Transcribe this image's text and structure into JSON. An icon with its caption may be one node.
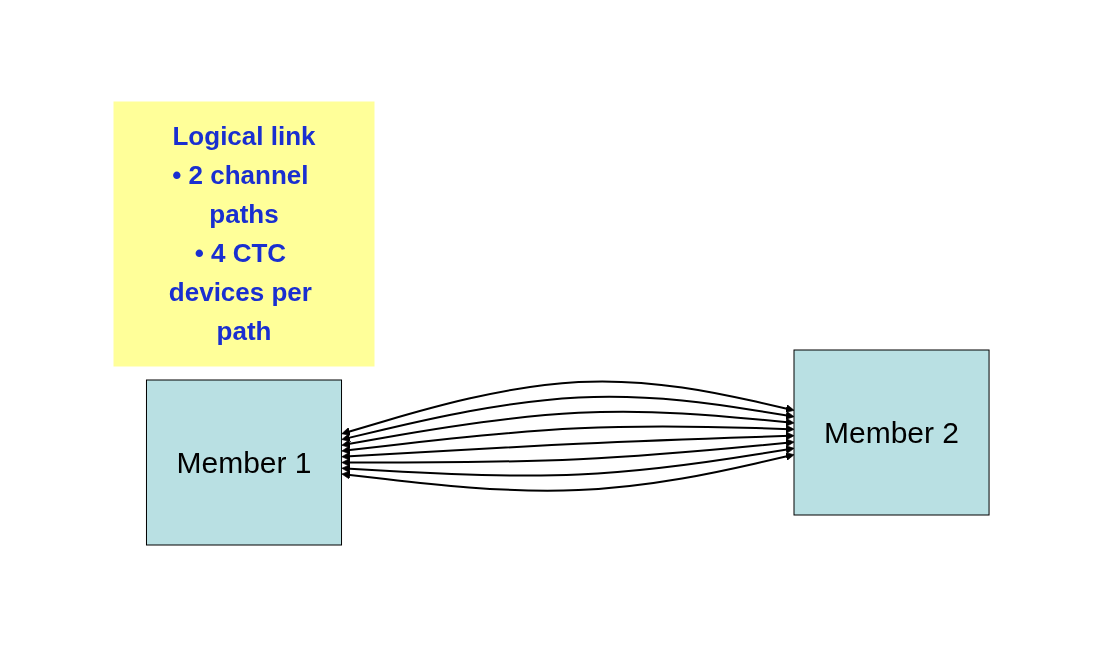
{
  "diagram": {
    "nodes": [
      {
        "text": [
          "Logical link",
          "• 2 channel paths",
          "• 4 CTC devices per path"
        ]
      },
      {
        "text": [
          "Member 1"
        ]
      },
      {
        "text": [
          "Member 2"
        ]
      }
    ],
    "edges": [
      {
        "from": 1,
        "to": 2,
        "arrow": "both"
      },
      {
        "from": 1,
        "to": 2,
        "arrow": "both"
      },
      {
        "from": 1,
        "to": 2,
        "arrow": "both"
      },
      {
        "from": 1,
        "to": 2,
        "arrow": "both"
      },
      {
        "from": 1,
        "to": 2,
        "arrow": "both"
      },
      {
        "from": 1,
        "to": 2,
        "arrow": "both"
      },
      {
        "from": 1,
        "to": 2,
        "arrow": "both"
      },
      {
        "from": 1,
        "to": 2,
        "arrow": "both"
      }
    ]
  }
}
